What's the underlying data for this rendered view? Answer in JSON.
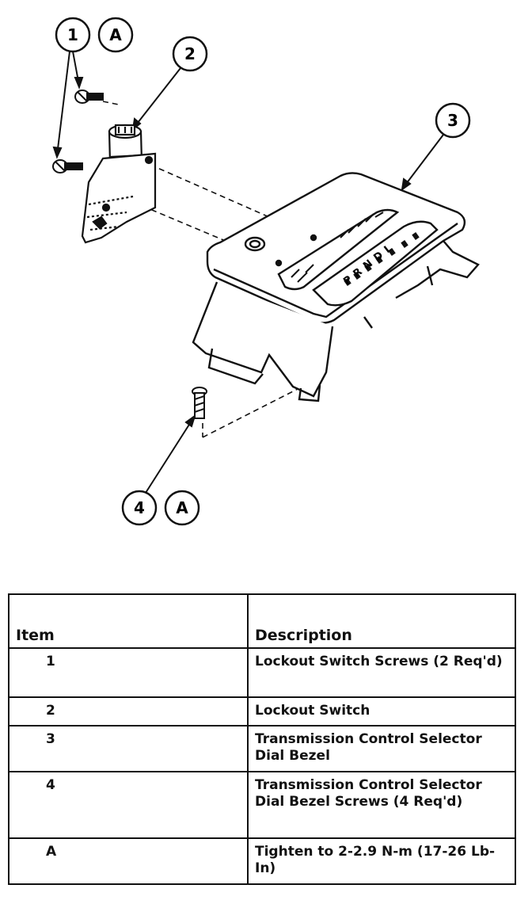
{
  "callouts": {
    "c1": "1",
    "cA_top": "A",
    "c2": "2",
    "c3": "3",
    "c4": "4",
    "cA_bottom": "A"
  },
  "bezel_dial_letters": "PRNDL",
  "table": {
    "headers": {
      "item": "Item",
      "description": "Description"
    },
    "rows": [
      {
        "item": "1",
        "description": "Lockout Switch Screws (2 Req'd)"
      },
      {
        "item": "2",
        "description": "Lockout Switch"
      },
      {
        "item": "3",
        "description": "Transmission Control Selector Dial Bezel"
      },
      {
        "item": "4",
        "description": "Transmission Control Selector Dial Bezel Screws (4 Req'd)"
      },
      {
        "item": "A",
        "description": "Tighten to 2-2.9 N-m (17-26 Lb-In)"
      }
    ]
  }
}
